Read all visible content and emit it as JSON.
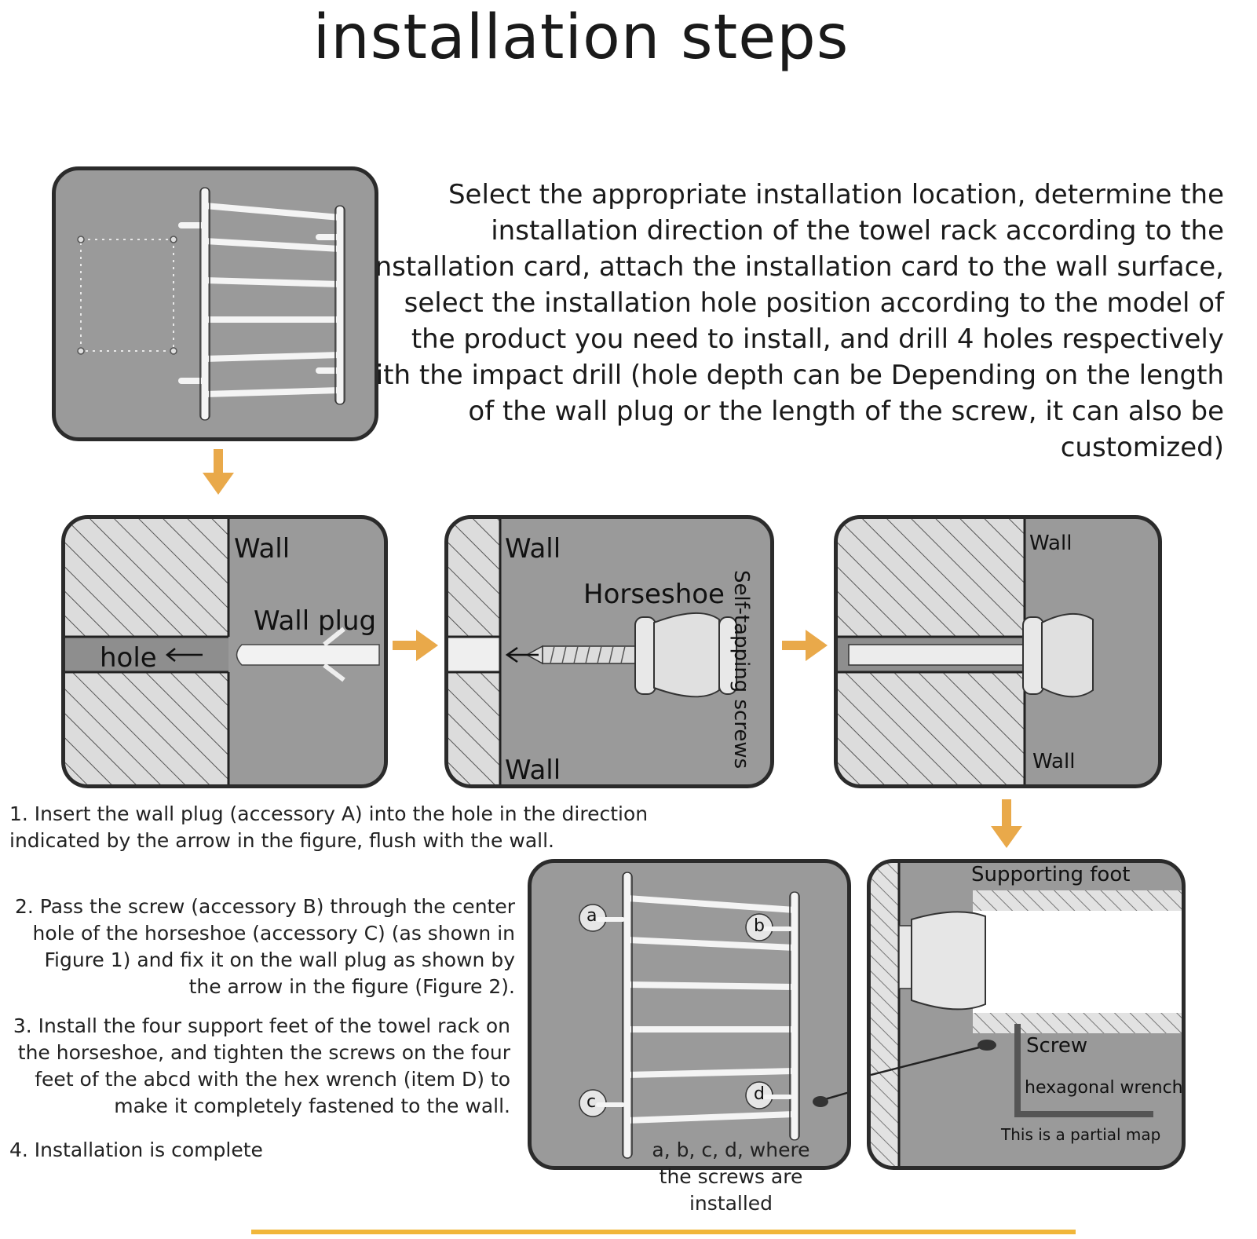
{
  "title": "installation steps",
  "intro_text": "Select the appropriate installation location, determine the installation direction of the towel rack according to the installation card, attach the installation card to the wall surface, select the installation hole position according to the model of the product you need to install, and drill 4 holes respectively with the impact drill (hole depth can be Depending on the length of the wall plug or the length of the screw, it can also be customized)",
  "panels": {
    "p1": {
      "wall": "Wall",
      "wall_plug": "Wall plug",
      "hole": "hole"
    },
    "p2": {
      "wall_top": "Wall",
      "horseshoe": "Horseshoe",
      "screws": "Self-tapping screws",
      "wall_bottom": "Wall"
    },
    "p3": {
      "wall_top": "Wall",
      "wall_bottom": "Wall"
    },
    "p4": {
      "caption": "a, b, c, d, where the screws are installed",
      "marks": [
        "a",
        "b",
        "c",
        "d"
      ]
    },
    "p5": {
      "supporting_foot": "Supporting foot",
      "screw": "Screw",
      "wrench": "hexagonal wrench",
      "partial": "This is a partial map"
    }
  },
  "steps": {
    "s1": "1. Insert the wall plug (accessory A) into the hole in the direction indicated by the arrow in the figure, flush with the wall.",
    "s2": "2. Pass the screw (accessory B) through the center hole of the horseshoe (accessory C) (as shown in Figure 1) and fix it on the wall plug as shown by the arrow in the figure (Figure 2).",
    "s3": "3. Install the four support feet of the towel rack on the horseshoe, and tighten the screws on the four feet of the abcd with the hex wrench (item D) to make it completely fastened to the wall.",
    "s4": "4. Installation is complete"
  },
  "colors": {
    "arrow": "#e9a94a",
    "panel": "#9a9a9a",
    "hatch": "#d9d9d9",
    "accent_bar": "#f1b63a"
  }
}
